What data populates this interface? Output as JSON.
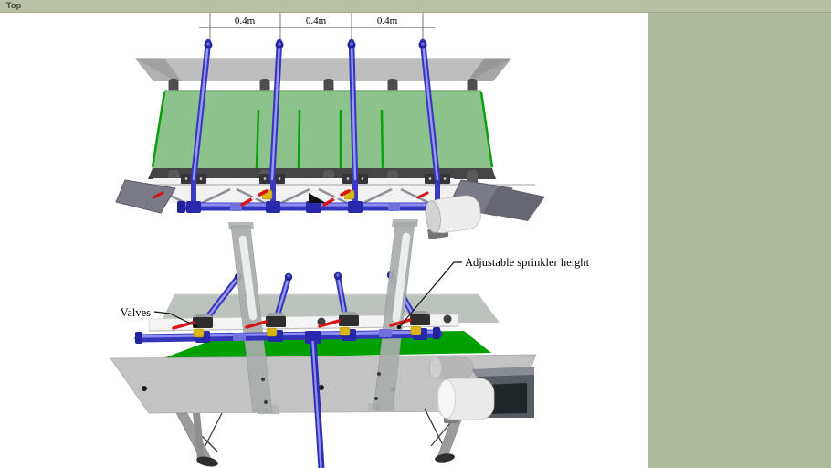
{
  "window": {
    "view_label": "Top"
  },
  "viewport": {
    "background": "#ffffff",
    "topbar_color": "#b9c1a4",
    "side_panel_color": "#aebb9a"
  },
  "top_view": {
    "dimension_labels": [
      "0.4m",
      "0.4m",
      "0.4m"
    ]
  },
  "annotations": {
    "valves_label": "Valves",
    "adjustable_label": "Adjustable sprinkler height"
  },
  "colors": {
    "pipe_blue": "#3434bc",
    "bed_green_top": "#8cc28c",
    "bed_green_front": "#00a000",
    "valve_red": "#d81414",
    "fitting_yellow": "#d8b715"
  }
}
